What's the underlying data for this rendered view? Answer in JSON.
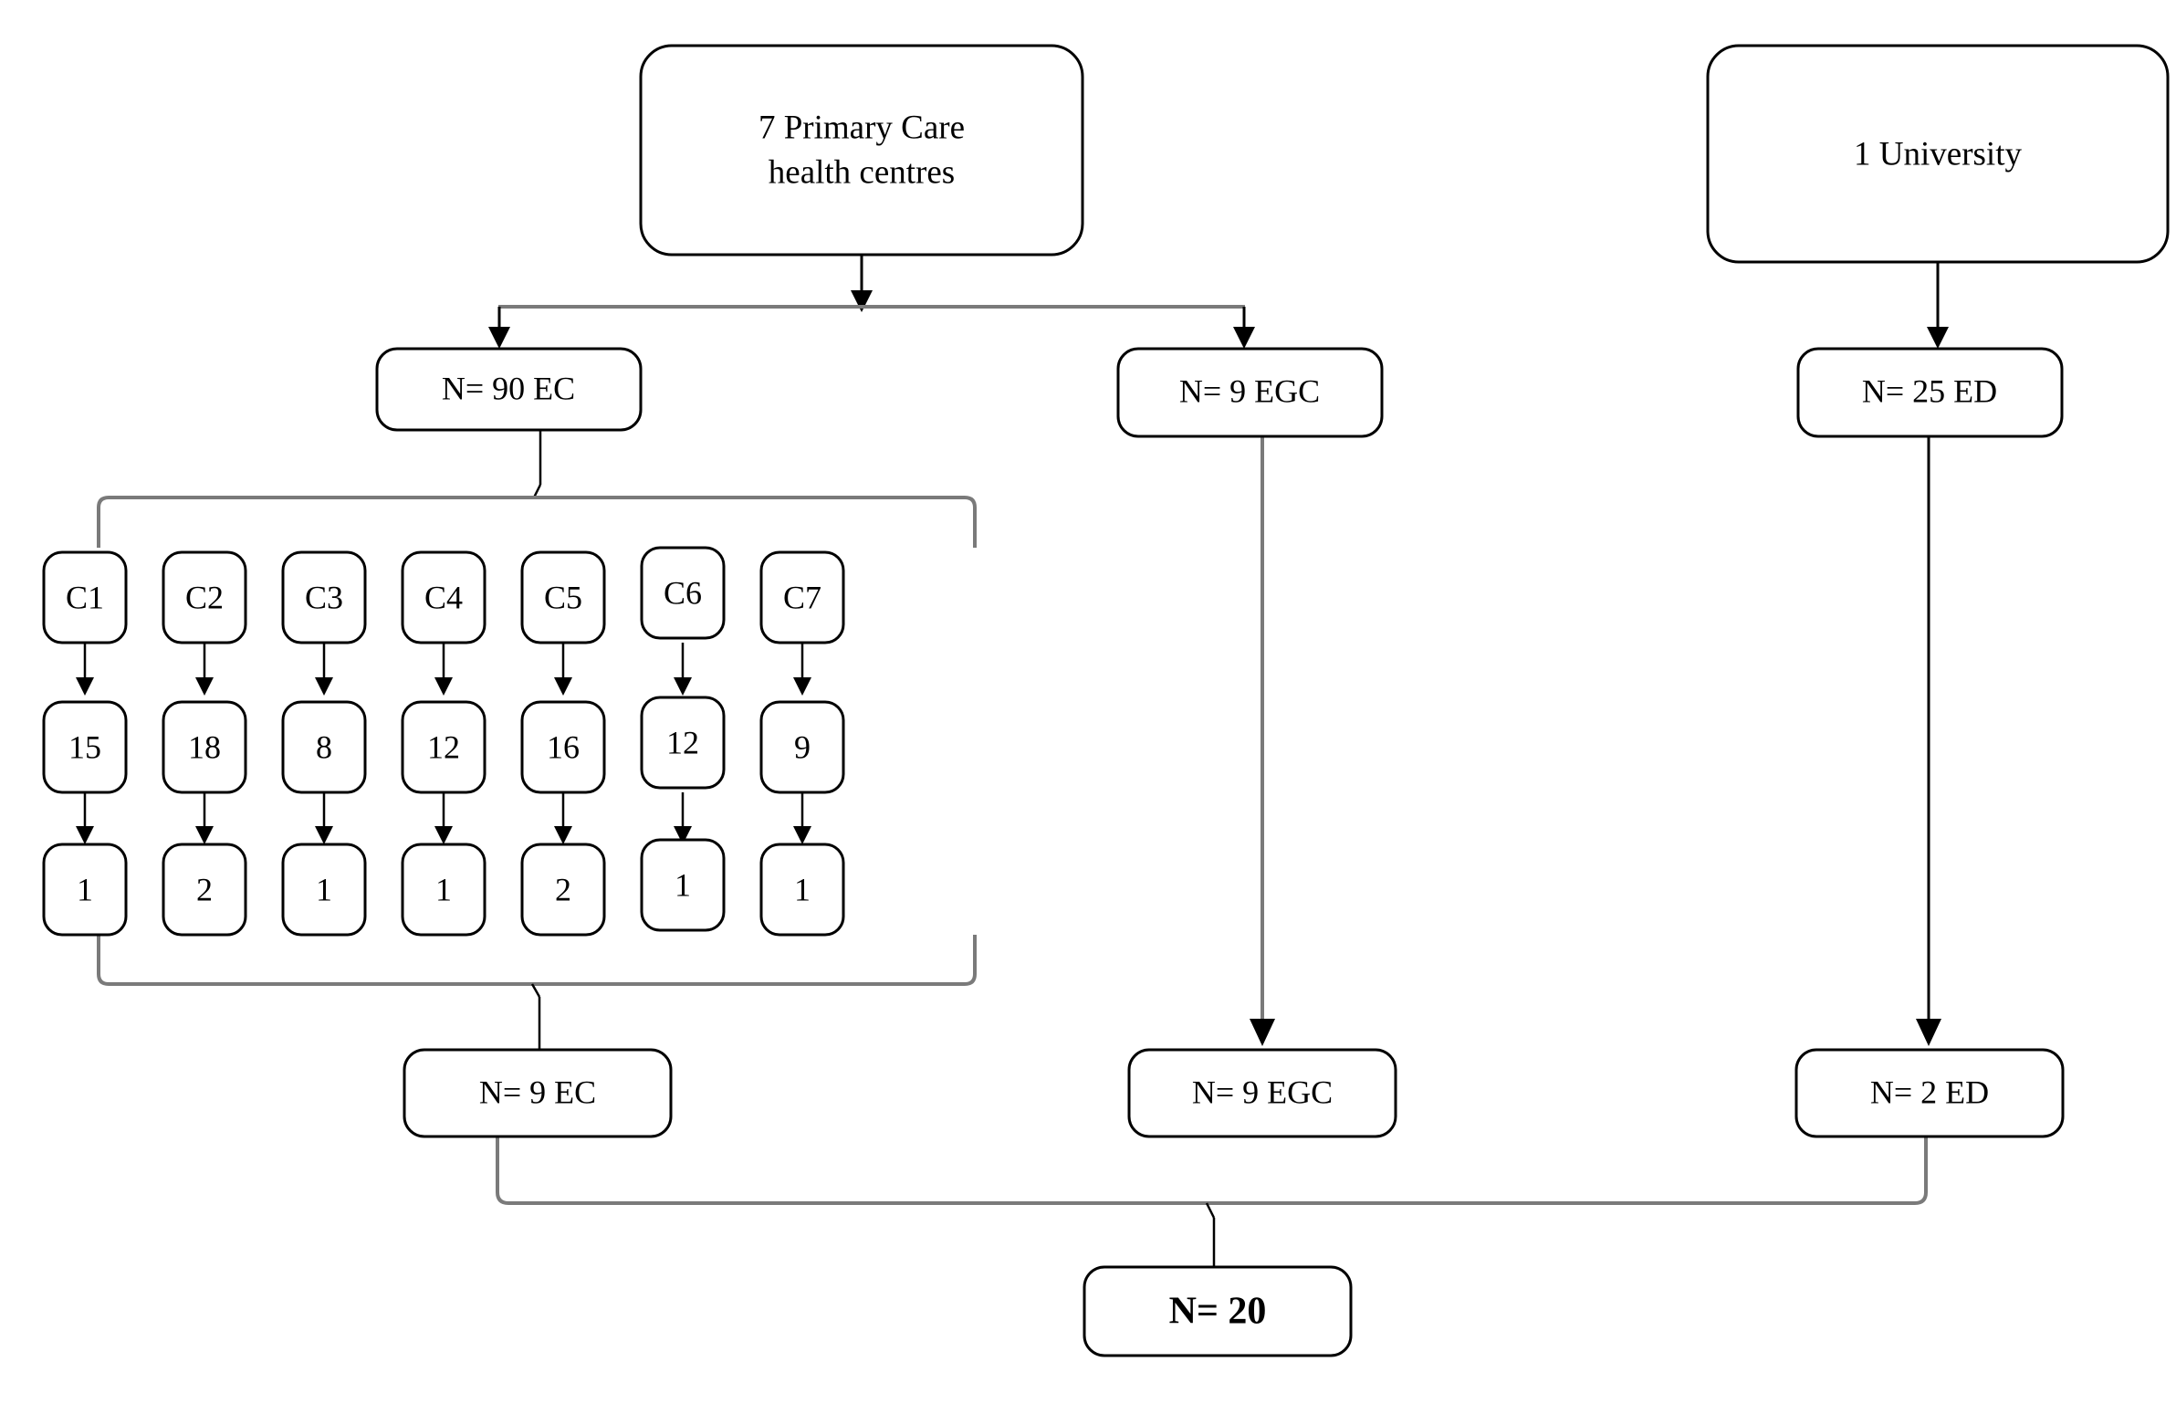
{
  "diagram": {
    "title_top_left": "7 Primary Care\nhealth centres",
    "nodes": {
      "source_primary_care_line1": "7 Primary Care",
      "source_primary_care_line2": "health centres",
      "source_university": "1 University",
      "pool_ec": "N= 90 EC",
      "pool_egc": "N= 9 EGC",
      "pool_ed": "N= 25 ED",
      "final_ec": "N= 9 EC",
      "final_egc": "N= 9 EGC",
      "final_ed": "N= 2 ED",
      "total": "N= 20"
    },
    "centres": [
      {
        "code": "C1",
        "count": "15",
        "selected": "1"
      },
      {
        "code": "C2",
        "count": "18",
        "selected": "2"
      },
      {
        "code": "C3",
        "count": "8",
        "selected": "1"
      },
      {
        "code": "C4",
        "count": "12",
        "selected": "1"
      },
      {
        "code": "C5",
        "count": "16",
        "selected": "2"
      },
      {
        "code": "C6",
        "count": "12",
        "selected": "1"
      },
      {
        "code": "C7",
        "count": "9",
        "selected": "1"
      }
    ],
    "colors": {
      "stroke": "#000000",
      "bracket": "#7a7a7a",
      "background": "#ffffff",
      "text": "#000000"
    }
  }
}
